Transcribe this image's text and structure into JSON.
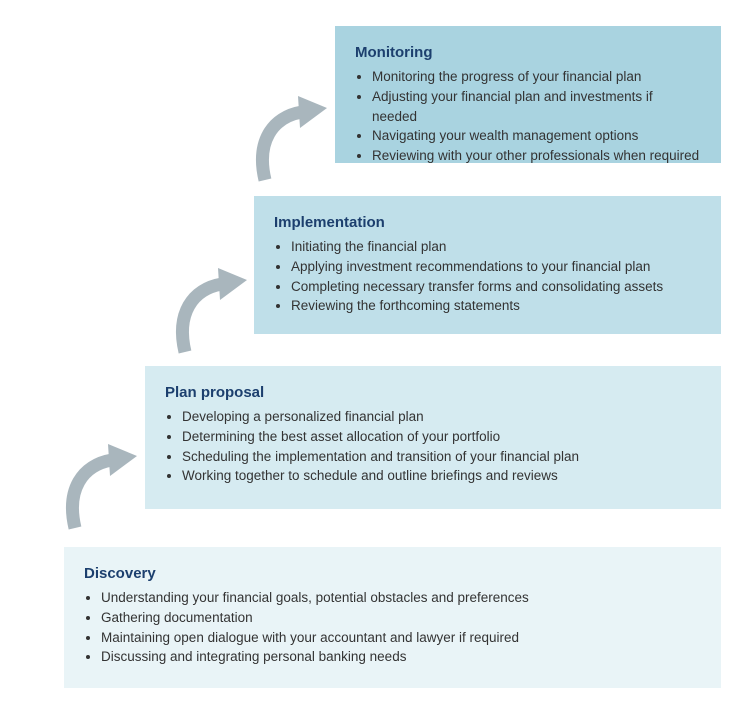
{
  "colors": {
    "monitoring_bg": "#a9d3e0",
    "implementation_bg": "#bfdfe9",
    "plan_proposal_bg": "#d6ebf1",
    "discovery_bg": "#e9f4f7",
    "title_text": "#1c3f6e",
    "body_text": "#333333",
    "arrow": "#a9b6bd"
  },
  "stages": {
    "monitoring": {
      "title": "Monitoring",
      "items": [
        "Monitoring the progress of your financial plan",
        "Adjusting your financial plan and investments if needed",
        "Navigating your wealth management options",
        "Reviewing with your other professionals when required"
      ]
    },
    "implementation": {
      "title": "Implementation",
      "items": [
        "Initiating the financial plan",
        "Applying investment recommendations to your financial plan",
        "Completing necessary transfer forms and consolidating assets",
        "Reviewing the forthcoming statements"
      ]
    },
    "plan_proposal": {
      "title": "Plan proposal",
      "items": [
        "Developing a personalized financial plan",
        "Determining the best asset allocation of your portfolio",
        "Scheduling the implementation and transition of your financial plan",
        "Working together to schedule and outline briefings and reviews"
      ]
    },
    "discovery": {
      "title": "Discovery",
      "items": [
        "Understanding your financial goals, potential obstacles and preferences",
        "Gathering documentation",
        "Maintaining open dialogue with your accountant and lawyer if required",
        "Discussing and integrating personal banking needs"
      ]
    }
  }
}
